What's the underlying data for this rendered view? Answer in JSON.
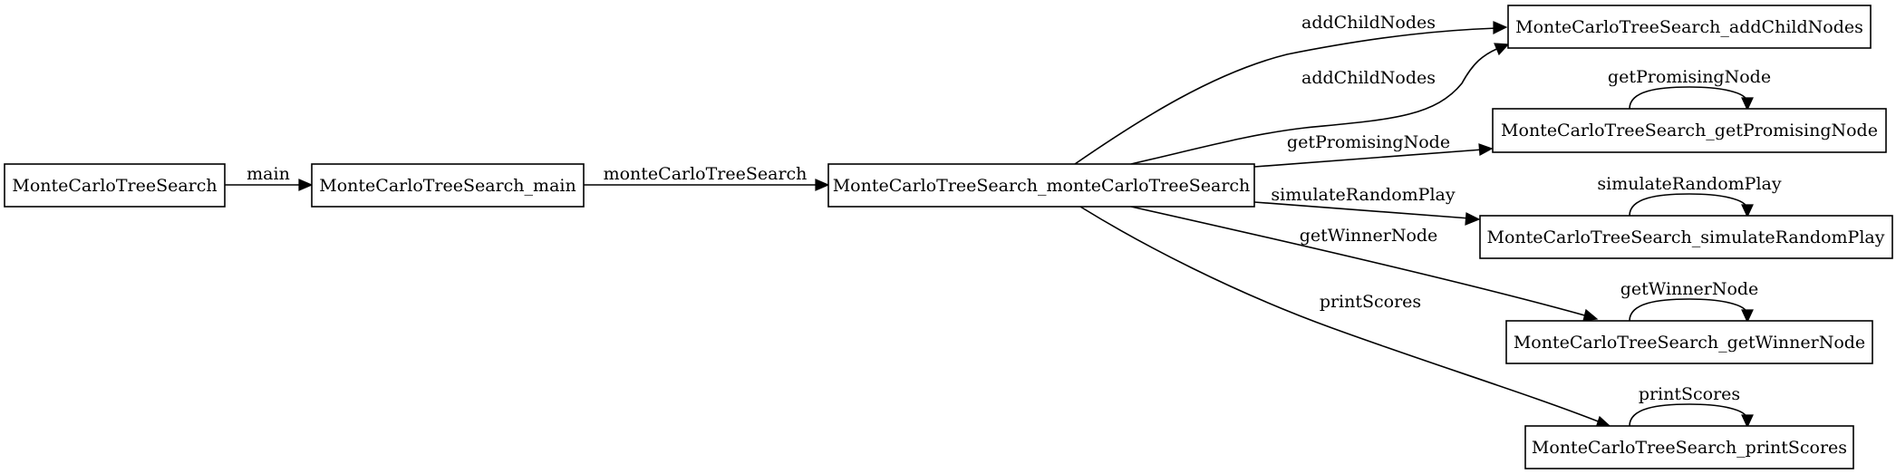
{
  "nodes": {
    "root": "MonteCarloTreeSearch",
    "main": "MonteCarloTreeSearch_main",
    "mcts": "MonteCarloTreeSearch_monteCarloTreeSearch",
    "addChildNodes": "MonteCarloTreeSearch_addChildNodes",
    "getPromisingNode": "MonteCarloTreeSearch_getPromisingNode",
    "simulateRandomPlay": "MonteCarloTreeSearch_simulateRandomPlay",
    "getWinnerNode": "MonteCarloTreeSearch_getWinnerNode",
    "printScores": "MonteCarloTreeSearch_printScores"
  },
  "edges": {
    "root_main": "main",
    "main_mcts": "monteCarloTreeSearch",
    "mcts_addChildNodes_1": "addChildNodes",
    "mcts_addChildNodes_2": "addChildNodes",
    "mcts_getPromisingNode": "getPromisingNode",
    "mcts_simulateRandomPlay": "simulateRandomPlay",
    "mcts_getWinnerNode": "getWinnerNode",
    "mcts_printScores": "printScores",
    "self_getPromisingNode": "getPromisingNode",
    "self_simulateRandomPlay": "simulateRandomPlay",
    "self_getWinnerNode": "getWinnerNode",
    "self_printScores": "printScores"
  }
}
